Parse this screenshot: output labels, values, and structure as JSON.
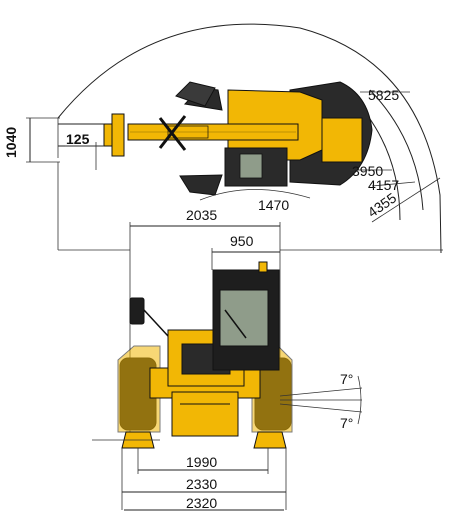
{
  "top_view": {
    "dim_reach_arc": "5825",
    "dim_body_width": "1040",
    "dim_fork_offset": "125",
    "dim_radius_inner": "3950",
    "dim_radius_mid": "4157",
    "dim_radius_outer": "4355",
    "dim_partial": "1470"
  },
  "front_view": {
    "dim_overall_width": "2035",
    "dim_cab_width": "950",
    "dim_track_inner": "1990",
    "dim_track_outer": "2330",
    "dim_base_width": "2320",
    "angle_upper": "7°",
    "angle_lower": "7°"
  },
  "colors": {
    "machine_yellow": "#f2b705",
    "machine_dark": "#2a2a2a",
    "glass": "#8f9c8a",
    "line": "#222222"
  }
}
